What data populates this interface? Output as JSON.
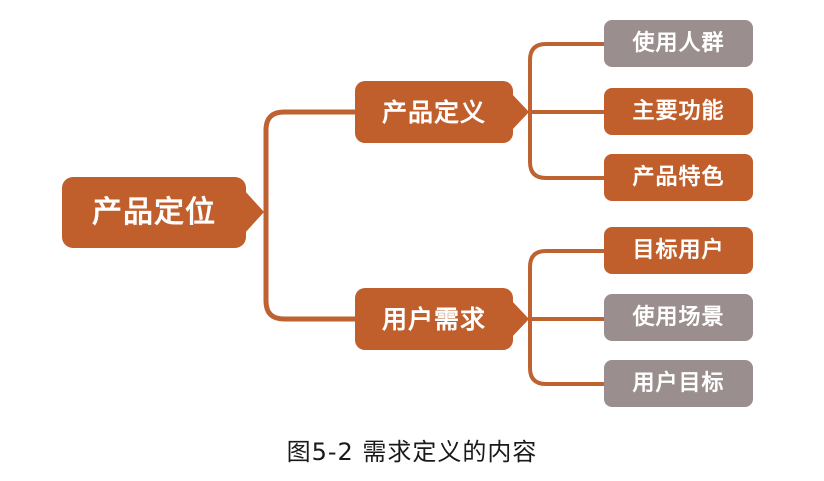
{
  "figure": {
    "caption": "图5-2 需求定义的内容",
    "root": {
      "label": "产品定位",
      "color": "#c05f2c"
    },
    "branches": [
      {
        "label": "产品定义",
        "color": "#c05f2c",
        "children": [
          {
            "label": "使用人群",
            "color": "#9b8e8e"
          },
          {
            "label": "主要功能",
            "color": "#c05f2c"
          },
          {
            "label": "产品特色",
            "color": "#c05f2c"
          }
        ]
      },
      {
        "label": "用户需求",
        "color": "#c05f2c",
        "children": [
          {
            "label": "目标用户",
            "color": "#c05f2c"
          },
          {
            "label": "使用场景",
            "color": "#9b8e8e"
          },
          {
            "label": "用户目标",
            "color": "#9b8e8e"
          }
        ]
      }
    ],
    "leaves": [
      {
        "label": "使用人群",
        "color": "#9b8e8e"
      },
      {
        "label": "主要功能",
        "color": "#c05f2c"
      },
      {
        "label": "产品特色",
        "color": "#c05f2c"
      },
      {
        "label": "目标用户",
        "color": "#c05f2c"
      },
      {
        "label": "使用场景",
        "color": "#9b8e8e"
      },
      {
        "label": "用户目标",
        "color": "#9b8e8e"
      }
    ],
    "colors": {
      "accent_orange": "#c05f2c",
      "accent_gray": "#9b8e8e",
      "connector": "#bf6232",
      "text_on_node": "#ffffff",
      "caption_text": "#1a1a1a",
      "background": "#ffffff"
    }
  }
}
